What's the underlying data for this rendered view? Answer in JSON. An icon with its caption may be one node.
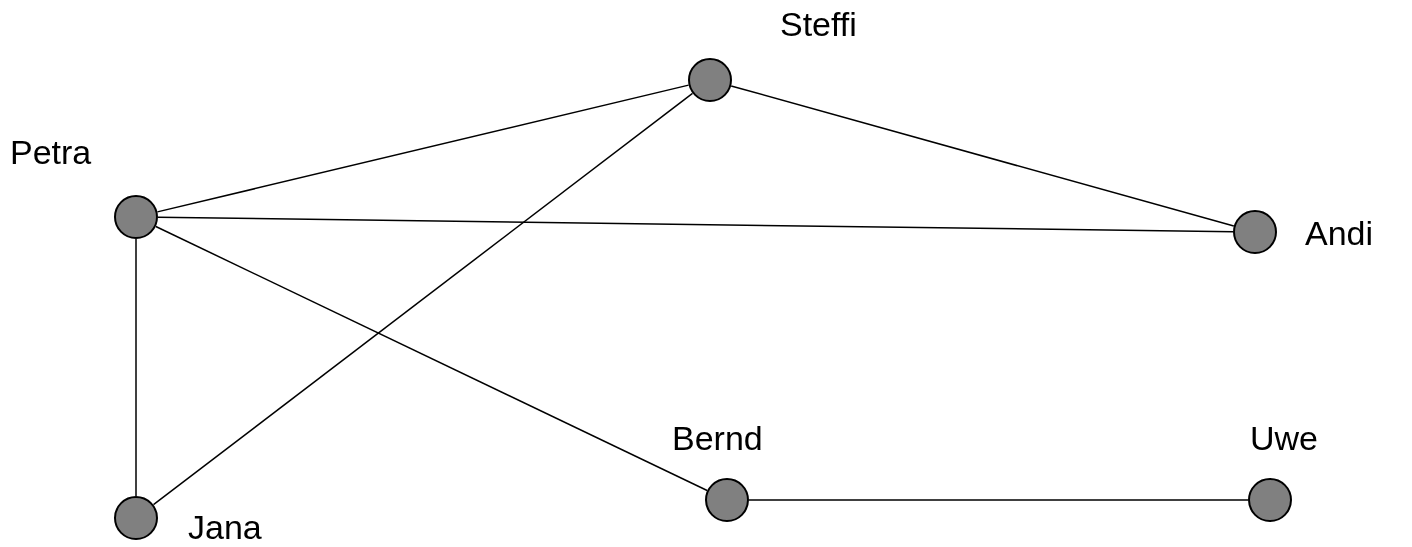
{
  "diagram": {
    "nodes": [
      {
        "text": [],
        "shape": "circle",
        "beside": [
          "Steffi"
        ]
      },
      {
        "text": [],
        "shape": "circle",
        "beside": [
          "Petra"
        ]
      },
      {
        "text": [],
        "shape": "circle",
        "beside": [
          "Andi"
        ]
      },
      {
        "text": [],
        "shape": "circle",
        "beside": [
          "Bernd"
        ]
      },
      {
        "text": [],
        "shape": "circle",
        "beside": [
          "Uwe"
        ]
      },
      {
        "text": [],
        "shape": "circle",
        "beside": [
          "Jana"
        ]
      }
    ],
    "edges": [
      {
        "from": 1,
        "to": 0,
        "arrow": "none"
      },
      {
        "from": 0,
        "to": 2,
        "arrow": "none"
      },
      {
        "from": 1,
        "to": 2,
        "arrow": "none"
      },
      {
        "from": 0,
        "to": 5,
        "arrow": "none"
      },
      {
        "from": 1,
        "to": 5,
        "arrow": "none"
      },
      {
        "from": 1,
        "to": 3,
        "arrow": "none"
      },
      {
        "from": 3,
        "to": 4,
        "arrow": "none"
      }
    ]
  }
}
